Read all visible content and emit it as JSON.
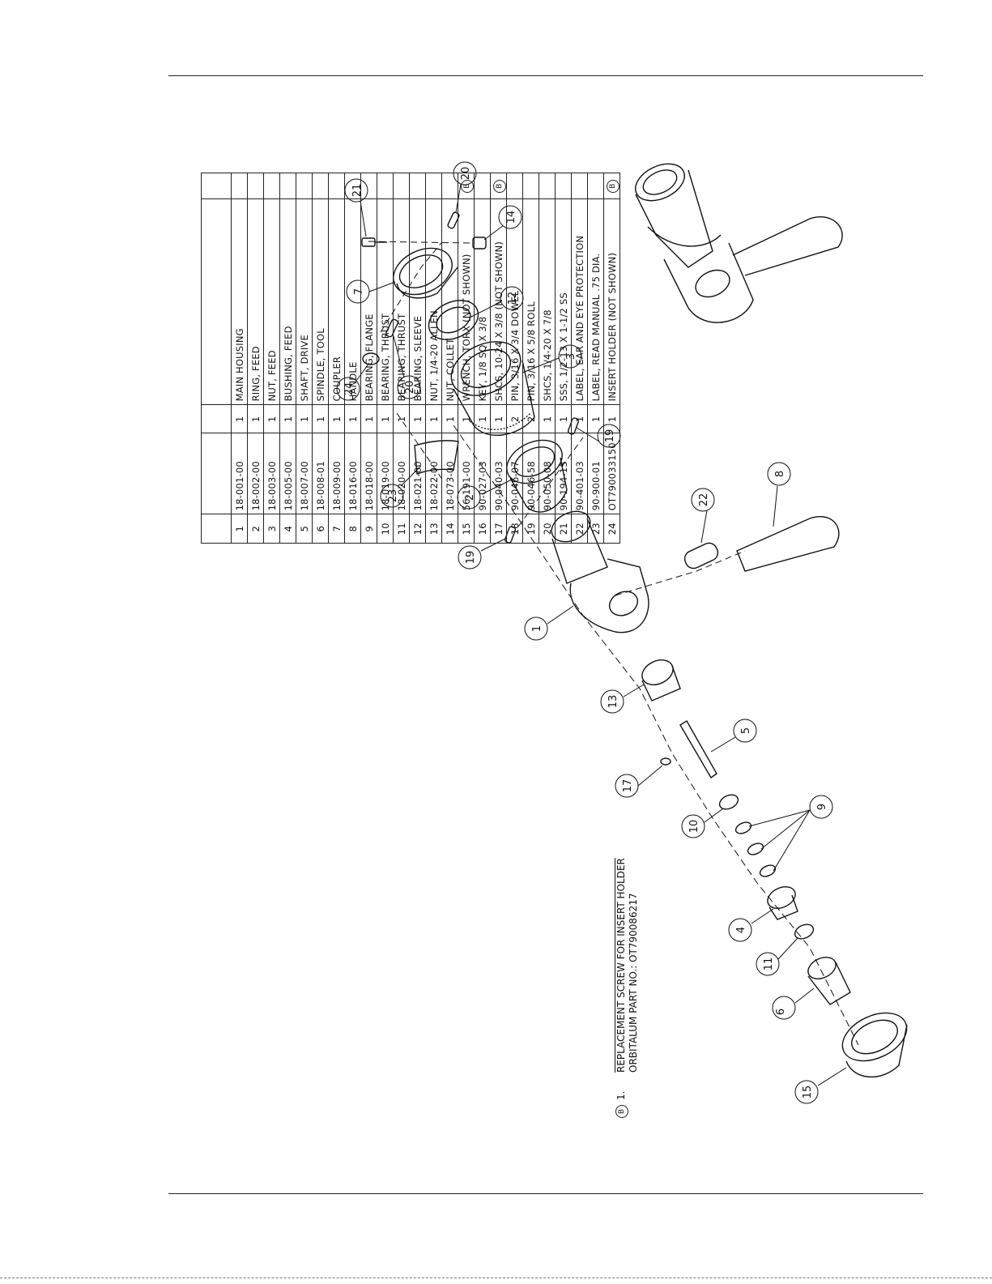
{
  "parts_table": {
    "rows": [
      {
        "item": "1",
        "part_no": "18-001-00",
        "qty": "1",
        "description": "MAIN HOUSING",
        "note": ""
      },
      {
        "item": "2",
        "part_no": "18-002-00",
        "qty": "1",
        "description": "RING, FEED",
        "note": ""
      },
      {
        "item": "3",
        "part_no": "18-003-00",
        "qty": "1",
        "description": "NUT, FEED",
        "note": ""
      },
      {
        "item": "4",
        "part_no": "18-005-00",
        "qty": "1",
        "description": "BUSHING, FEED",
        "note": ""
      },
      {
        "item": "5",
        "part_no": "18-007-00",
        "qty": "1",
        "description": "SHAFT, DRIVE",
        "note": ""
      },
      {
        "item": "6",
        "part_no": "18-008-01",
        "qty": "1",
        "description": "SPINDLE, TOOL",
        "note": ""
      },
      {
        "item": "7",
        "part_no": "18-009-00",
        "qty": "1",
        "description": "COUPLER",
        "note": ""
      },
      {
        "item": "8",
        "part_no": "18-016-00",
        "qty": "1",
        "description": "HANDLE",
        "note": ""
      },
      {
        "item": "9",
        "part_no": "18-018-00",
        "qty": "1",
        "description": "BEARING, FLANGE",
        "note": ""
      },
      {
        "item": "10",
        "part_no": "18-019-00",
        "qty": "1",
        "description": "BEARING, THRUST",
        "note": ""
      },
      {
        "item": "11",
        "part_no": "18-020-00",
        "qty": "1",
        "description": "BEARING, THRUST",
        "note": ""
      },
      {
        "item": "12",
        "part_no": "18-021-00",
        "qty": "1",
        "description": "BEARING, SLEEVE",
        "note": ""
      },
      {
        "item": "13",
        "part_no": "18-022-00",
        "qty": "1",
        "description": "NUT, 1/4-20 ALLEN",
        "note": ""
      },
      {
        "item": "14",
        "part_no": "18-073-00",
        "qty": "1",
        "description": "NUT, COLLET",
        "note": ""
      },
      {
        "item": "15",
        "part_no": "56-191-00",
        "qty": "1",
        "description": "WRENCH, TORX (NOT SHOWN)",
        "note": "B"
      },
      {
        "item": "16",
        "part_no": "90-027-03",
        "qty": "1",
        "description": "KEY, 1/8 SQ X 3/8",
        "note": ""
      },
      {
        "item": "17",
        "part_no": "90-040-03",
        "qty": "1",
        "description": "SHCS, 10-24 X 3/8 (NOT SHOWN)",
        "note": "B"
      },
      {
        "item": "18",
        "part_no": "90-046-07",
        "qty": "2",
        "description": "PIN, 3/16 X 3/4 DOWEL",
        "note": ""
      },
      {
        "item": "19",
        "part_no": "90-046-58",
        "qty": "2",
        "description": "PIN, 3/16 X 5/8 ROLL",
        "note": ""
      },
      {
        "item": "20",
        "part_no": "90-050-08",
        "qty": "1",
        "description": "SHCS, 1/4-20 X 7/8",
        "note": ""
      },
      {
        "item": "21",
        "part_no": "90-194-15",
        "qty": "1",
        "description": "SSS, 1/2-13 X 1-1/2 SS",
        "note": ""
      },
      {
        "item": "22",
        "part_no": "90-401-03",
        "qty": "1",
        "description": "LABEL, EAR AND EYE PROTECTION",
        "note": ""
      },
      {
        "item": "23",
        "part_no": "90-900-01",
        "qty": "1",
        "description": "LABEL, READ MANUAL .75 DIA.",
        "note": ""
      },
      {
        "item": "24",
        "part_no": "OT790033150",
        "qty": "1",
        "description": "INSERT HOLDER (NOT SHOWN)",
        "note": "B"
      }
    ]
  },
  "note": {
    "marker": "B",
    "number": "1.",
    "line1": "REPLACEMENT SCREW FOR INSERT HOLDER",
    "line2": "ORBITALUM PART NO.: OT790086217"
  },
  "balloons": [
    "21",
    "20",
    "14",
    "7",
    "12",
    "24",
    "20",
    "3",
    "19",
    "23",
    "2",
    "22",
    "8",
    "19",
    "1",
    "13",
    "5",
    "17",
    "9",
    "10",
    "4",
    "11",
    "6",
    "15"
  ]
}
